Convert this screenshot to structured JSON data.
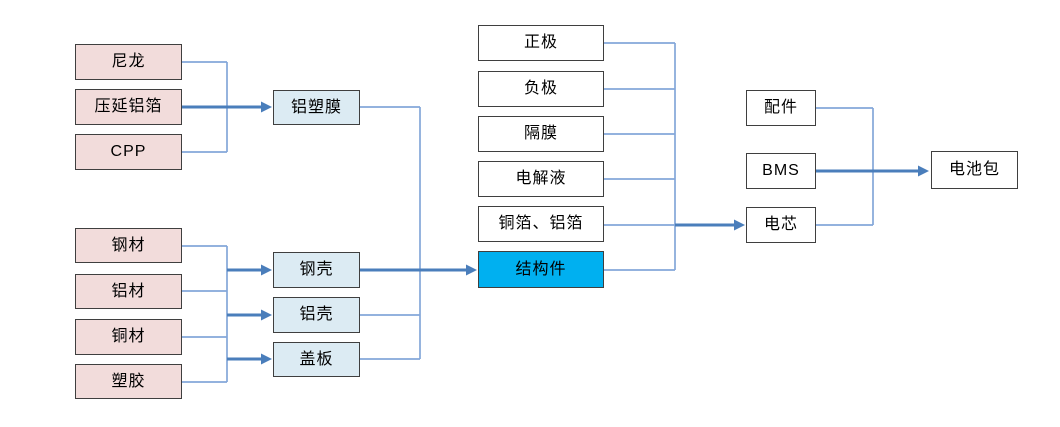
{
  "diagram": {
    "description": "Battery pack supply-chain flowchart",
    "colors": {
      "pink_fill": "#f2dcdb",
      "light_blue_fill": "#dcebf3",
      "white_fill": "#ffffff",
      "highlight_fill": "#00b0f0",
      "box_border": "#3f3f3f",
      "text": "#000000",
      "line_thin": "#84a7d9",
      "line_thick": "#4a7ebb",
      "background": "#ffffff"
    },
    "nodes": {
      "nylon": "尼龙",
      "rolled_aluminum_foil": "压延铝箔",
      "cpp": "CPP",
      "steel": "钢材",
      "aluminum": "铝材",
      "copper": "铜材",
      "plastic": "塑胶",
      "aluminum_plastic_film": "铝塑膜",
      "steel_shell": "钢壳",
      "aluminum_shell": "铝壳",
      "cover_plate": "盖板",
      "cathode": "正极",
      "anode": "负极",
      "separator": "隔膜",
      "electrolyte": "电解液",
      "copper_aluminum_foil": "铜箔、铝箔",
      "structural_parts": "结构件",
      "accessories": "配件",
      "bms": "BMS",
      "cell": "电芯",
      "battery_pack": "电池包"
    },
    "edges": [
      {
        "from": [
          "尼龙",
          "压延铝箔",
          "CPP"
        ],
        "to": [
          "铝塑膜"
        ]
      },
      {
        "from": [
          "钢材",
          "铝材",
          "铜材",
          "塑胶"
        ],
        "to": [
          "钢壳",
          "铝壳",
          "盖板"
        ]
      },
      {
        "from": [
          "铝塑膜",
          "钢壳",
          "铝壳",
          "盖板"
        ],
        "to": [
          "结构件"
        ]
      },
      {
        "from": [
          "正极",
          "负极",
          "隔膜",
          "电解液",
          "铜箔、铝箔",
          "结构件"
        ],
        "to": [
          "电芯"
        ]
      },
      {
        "from": [
          "配件",
          "BMS",
          "电芯"
        ],
        "to": [
          "电池包"
        ]
      }
    ]
  }
}
